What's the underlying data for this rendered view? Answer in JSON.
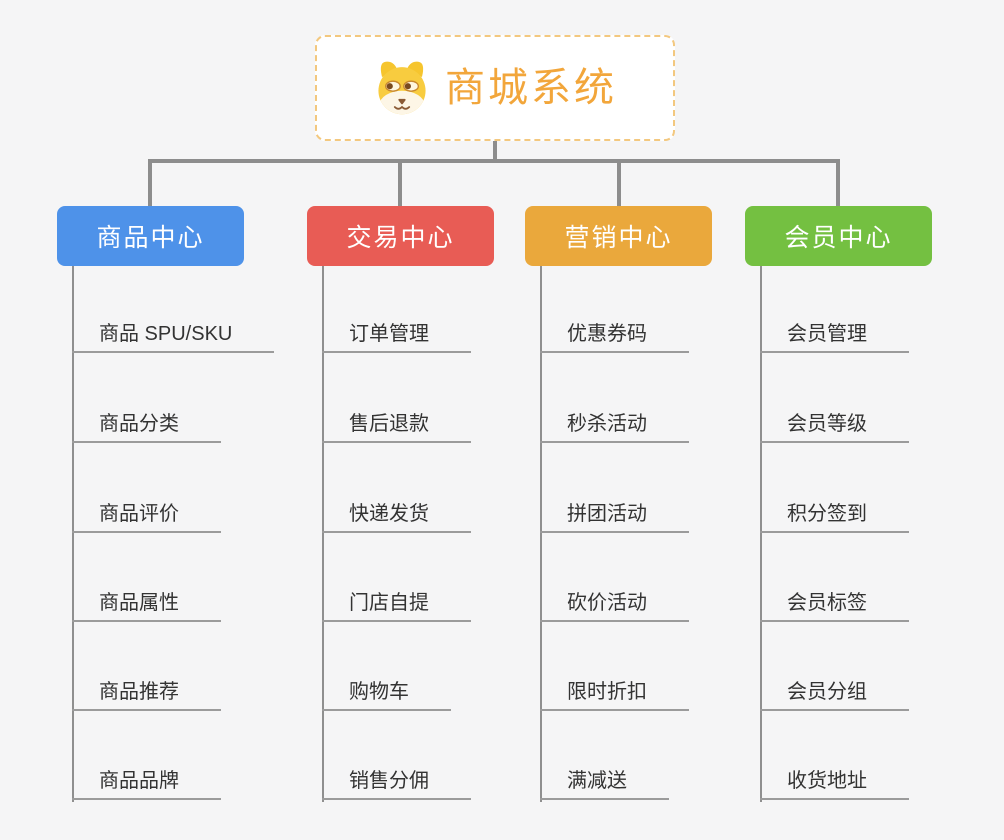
{
  "root": {
    "title": "商城系统",
    "title_color": "#f2a63b",
    "border_color": "#f3c87f",
    "icon": "dog-face-icon"
  },
  "connector_color": "#8d8d8d",
  "branches": [
    {
      "slug": "product-center",
      "label": "商品中心",
      "color": "#4e92e9",
      "items": [
        "商品 SPU/SKU",
        "商品分类",
        "商品评价",
        "商品属性",
        "商品推荐",
        "商品品牌"
      ]
    },
    {
      "slug": "trade-center",
      "label": "交易中心",
      "color": "#e85c55",
      "items": [
        "订单管理",
        "售后退款",
        "快递发货",
        "门店自提",
        "购物车",
        "销售分佣"
      ]
    },
    {
      "slug": "marketing-center",
      "label": "营销中心",
      "color": "#eaa83c",
      "items": [
        "优惠券码",
        "秒杀活动",
        "拼团活动",
        "砍价活动",
        "限时折扣",
        "满减送"
      ]
    },
    {
      "slug": "member-center",
      "label": "会员中心",
      "color": "#74c041",
      "items": [
        "会员管理",
        "会员等级",
        "积分签到",
        "会员标签",
        "会员分组",
        "收货地址"
      ]
    }
  ]
}
